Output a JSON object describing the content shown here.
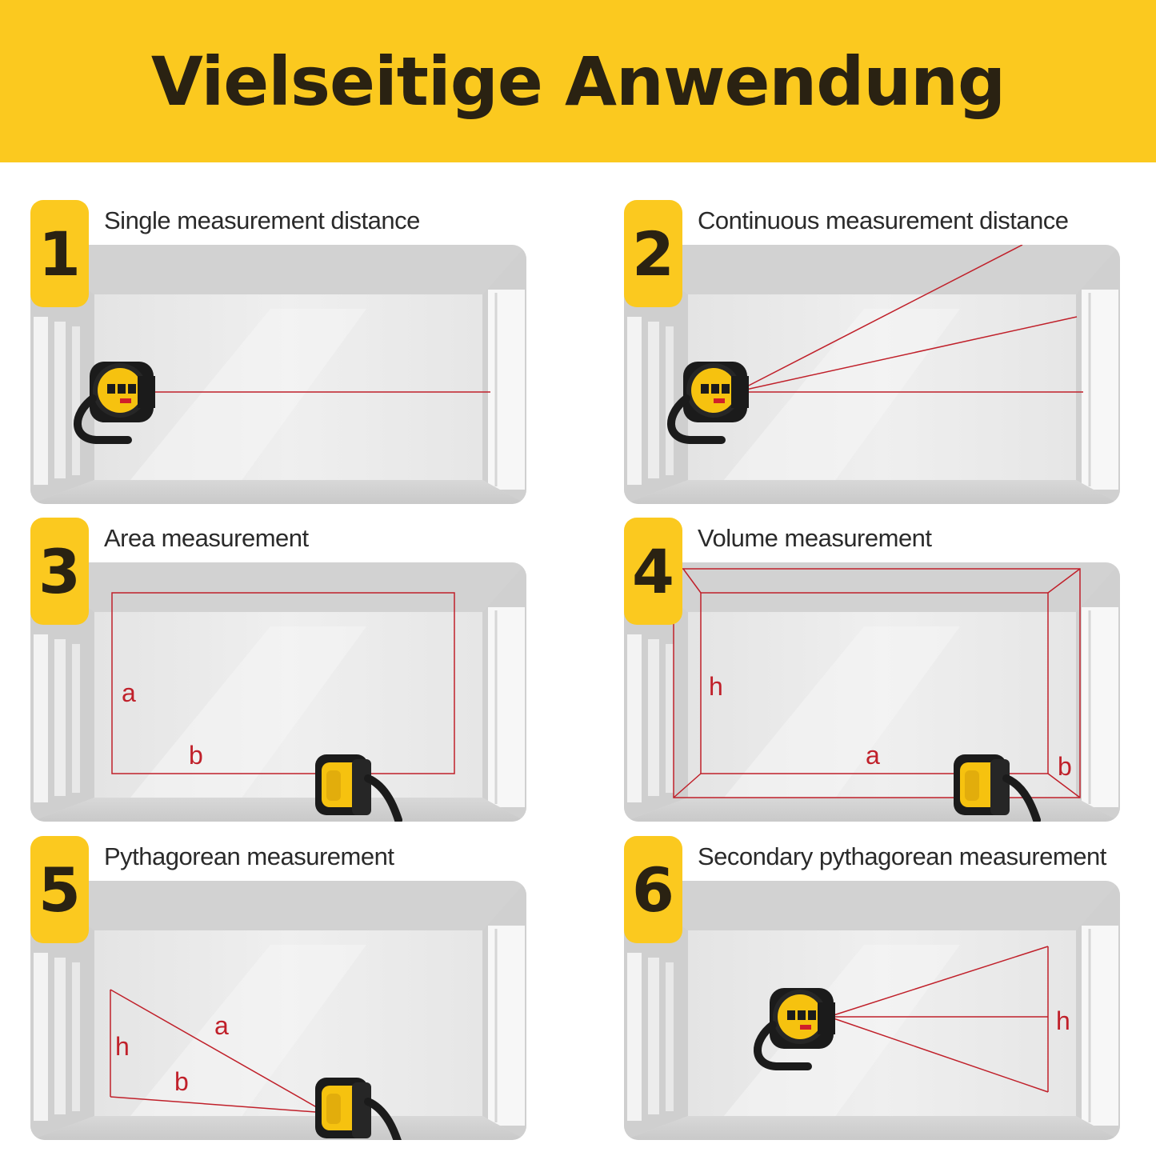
{
  "header": {
    "title": "Vielseitige Anwendung"
  },
  "panels": [
    {
      "number": "1",
      "label": "Single measurement distance"
    },
    {
      "number": "2",
      "label": "Continuous measurement distance"
    },
    {
      "number": "3",
      "label": "Area measurement",
      "marks": {
        "a": "a",
        "b": "b"
      }
    },
    {
      "number": "4",
      "label": "Volume measurement",
      "marks": {
        "h": "h",
        "a": "a",
        "b": "b"
      }
    },
    {
      "number": "5",
      "label": "Pythagorean measurement",
      "marks": {
        "h": "h",
        "a": "a",
        "b": "b"
      }
    },
    {
      "number": "6",
      "label": "Secondary pythagorean measurement",
      "marks": {
        "h": "h"
      }
    }
  ],
  "colors": {
    "accent": "#fbc91f",
    "laser": "#c0202a",
    "text": "#2a2212"
  }
}
